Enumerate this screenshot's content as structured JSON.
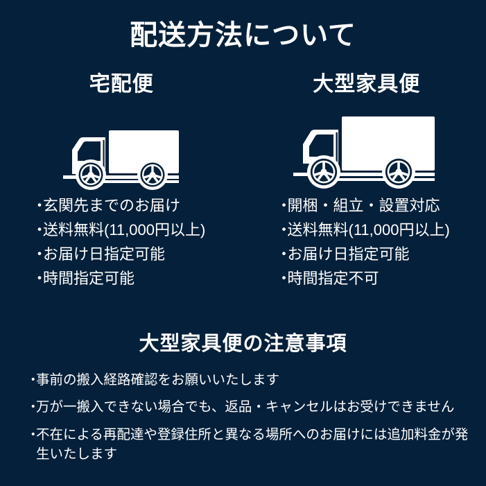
{
  "colors": {
    "background": "#05203a",
    "foreground": "#ffffff"
  },
  "header": {
    "title": "配送方法について"
  },
  "columns": [
    {
      "heading": "宅配便",
      "icon": "small-delivery-truck-icon",
      "bullet_marker": "・",
      "bullets": [
        "玄関先までのお届け",
        "送料無料(11,000円以上)",
        "お届け日指定可能",
        "時間指定可能"
      ]
    },
    {
      "heading": "大型家具便",
      "icon": "large-furniture-truck-icon",
      "bullet_marker": "・",
      "bullets": [
        "開梱・組立・設置対応",
        "送料無料(11,000円以上)",
        "お届け日指定可能",
        "時間指定不可"
      ]
    }
  ],
  "notes_section": {
    "title": "大型家具便の注意事項",
    "bullet_marker": "・",
    "notes": [
      "事前の搬入経路確認をお願いいたします",
      "万が一搬入できない場合でも、返品・キャンセルはお受けできません",
      "不在による再配達や登録住所と異なる場所へのお届けには追加料金が発生いたします"
    ]
  }
}
